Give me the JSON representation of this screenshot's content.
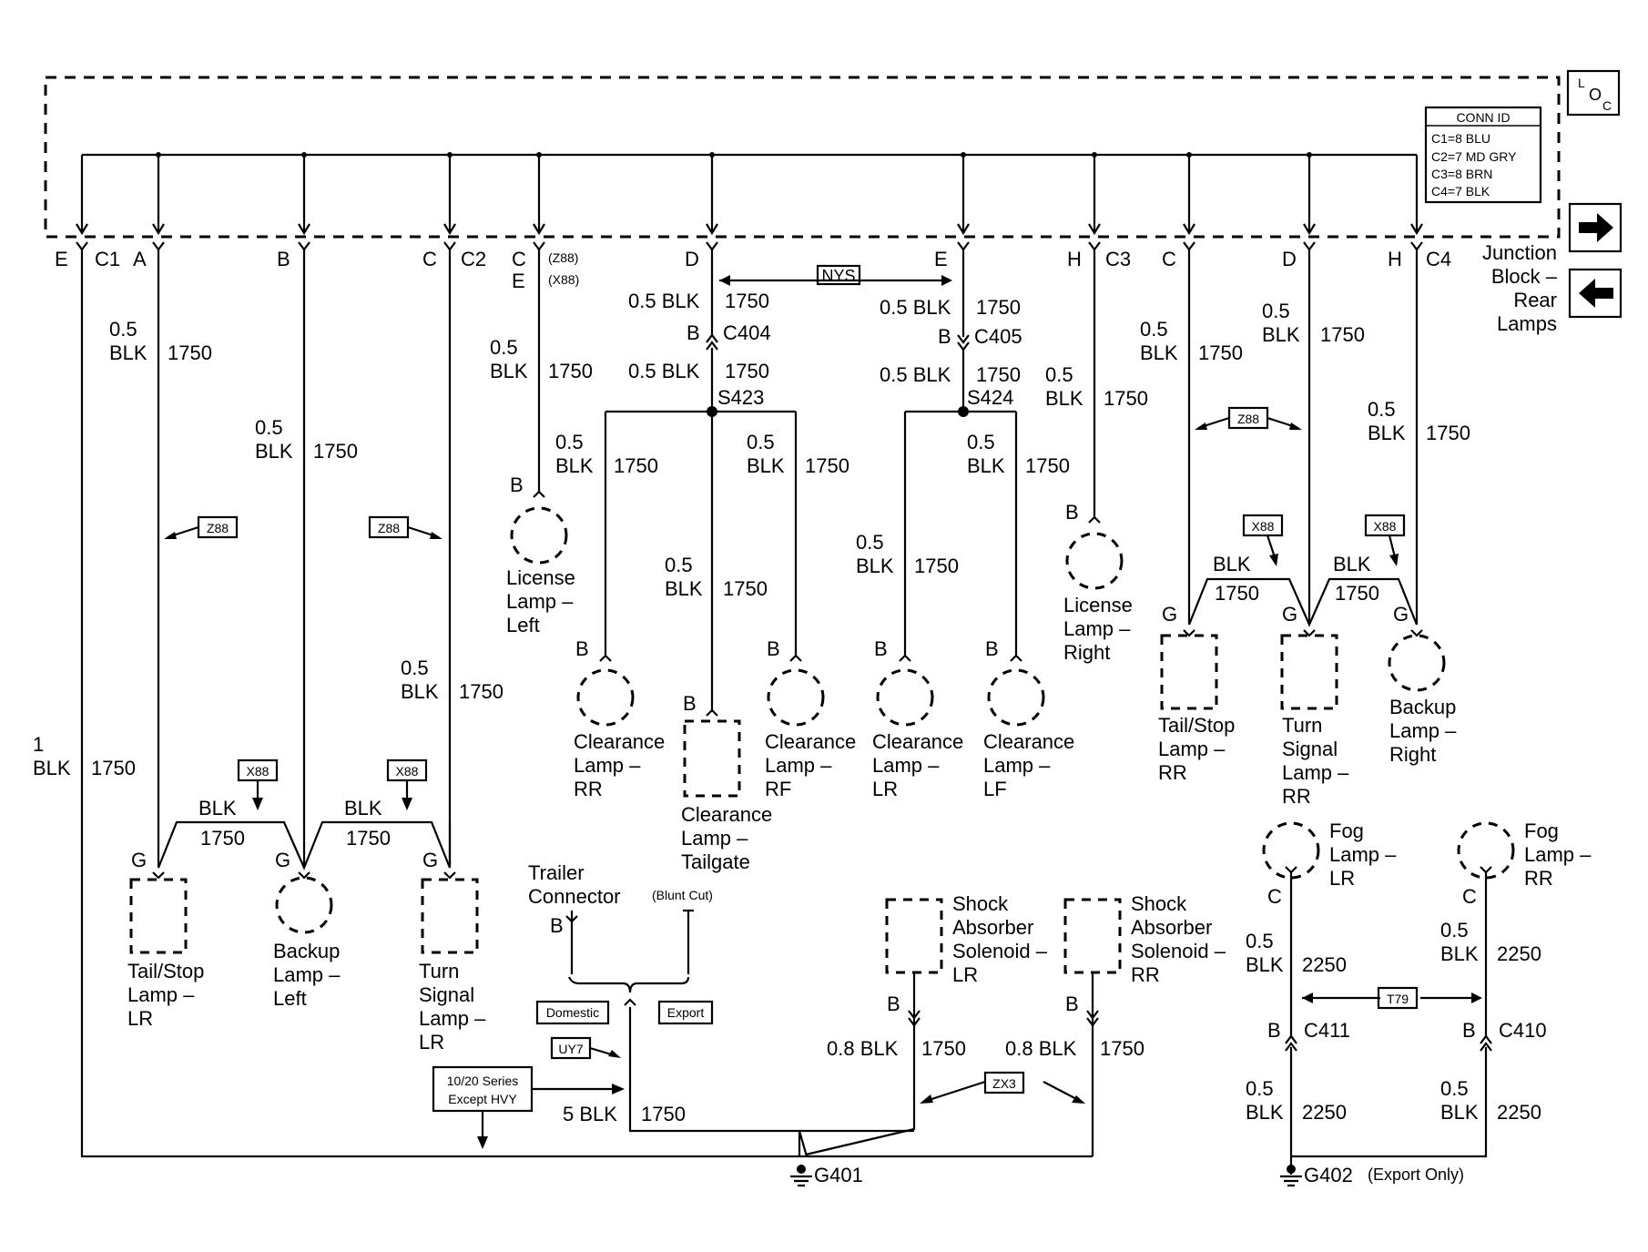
{
  "block": {
    "name_line1": "Junction",
    "name_line2": "Block –",
    "name_line3": "Rear",
    "name_line4": "Lamps",
    "loc_l": "L",
    "loc_o": "O",
    "loc_c": "C"
  },
  "conn_id": {
    "title": "CONN ID",
    "c1": "C1=8 BLU",
    "c2": "C2=7 MD GRY",
    "c3": "C3=8 BRN",
    "c4": "C4=7 BLK"
  },
  "pins": {
    "e": "E",
    "c1": "C1",
    "a": "A",
    "b": "B",
    "c": "C",
    "c2": "C2",
    "c_z": "C",
    "e_x": "E",
    "z88": "(Z88)",
    "x88": "(X88)",
    "d": "D",
    "e2": "E",
    "h": "H",
    "c3": "C3",
    "c_4": "C",
    "d_4": "D",
    "h_4": "H",
    "c4": "C4"
  },
  "wire": {
    "g05": "0.5",
    "blk": "BLK",
    "n1750": "1750",
    "b05": "0.5 BLK",
    "b08": "0.8 BLK",
    "b5": "5 BLK",
    "g1": "1",
    "n2250": "2250"
  },
  "terms": {
    "b": "B",
    "g": "G",
    "c": "C"
  },
  "conn": {
    "c404": "C404",
    "c405": "C405",
    "c410": "C410",
    "c411": "C411",
    "s423": "S423",
    "s424": "S424"
  },
  "options": {
    "nys": "NYS",
    "z88": "Z88",
    "x88": "X88",
    "zx3": "ZX3",
    "t79": "T79",
    "uy7": "UY7",
    "series_l1": "10/20 Series",
    "series_l2": "Except HVY",
    "domestic": "Domestic",
    "export": "Export"
  },
  "comp": {
    "license_left": [
      "License",
      "Lamp –",
      "Left"
    ],
    "license_right": [
      "License",
      "Lamp –",
      "Right"
    ],
    "clear_rr": [
      "Clearance",
      "Lamp –",
      "RR"
    ],
    "clear_tg": [
      "Clearance",
      "Lamp –",
      "Tailgate"
    ],
    "clear_rf": [
      "Clearance",
      "Lamp –",
      "RF"
    ],
    "clear_lr": [
      "Clearance",
      "Lamp –",
      "LR"
    ],
    "clear_lf": [
      "Clearance",
      "Lamp –",
      "LF"
    ],
    "tail_lr": [
      "Tail/Stop",
      "Lamp –",
      "LR"
    ],
    "backup_left": [
      "Backup",
      "Lamp –",
      "Left"
    ],
    "turn_lr": [
      "Turn",
      "Signal",
      "Lamp –",
      "LR"
    ],
    "tail_rr": [
      "Tail/Stop",
      "Lamp –",
      "RR"
    ],
    "turn_rr": [
      "Turn",
      "Signal",
      "Lamp –",
      "RR"
    ],
    "backup_right": [
      "Backup",
      "Lamp –",
      "Right"
    ],
    "trailer": [
      "Trailer",
      "Connector"
    ],
    "blunt": "(Blunt Cut)",
    "shock_lr": [
      "Shock",
      "Absorber",
      "Solenoid –",
      "LR"
    ],
    "shock_rr": [
      "Shock",
      "Absorber",
      "Solenoid –",
      "RR"
    ],
    "fog_lr": [
      "Fog",
      "Lamp –",
      "LR"
    ],
    "fog_rr": [
      "Fog",
      "Lamp –",
      "RR"
    ]
  },
  "ground": {
    "g401": "G401",
    "g402": "G402",
    "g402_note": "(Export Only)"
  }
}
